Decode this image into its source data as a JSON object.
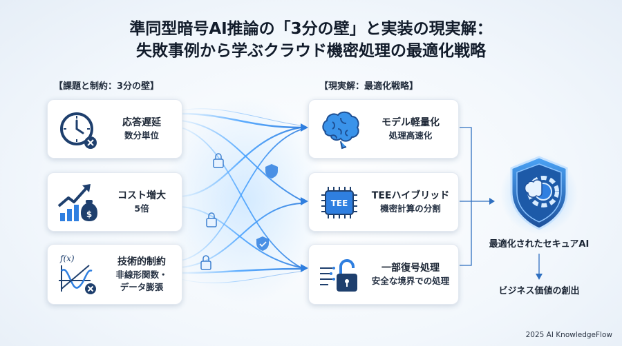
{
  "title": {
    "line1": "準同型暗号AI推論の「3分の壁」と実装の現実解：",
    "line2": "失敗事例から学ぶクラウド機密処理の最適化戦略"
  },
  "left_section": {
    "label": "【課題と制約：3分の壁】",
    "cards": [
      {
        "title": "応答遅延",
        "sub": "数分単位",
        "icon": "clock-icon"
      },
      {
        "title": "コスト増大",
        "sub": "5倍",
        "icon": "cost-chart-icon"
      },
      {
        "title": "技術的制約",
        "sub": "非線形関数・\nデータ膨張",
        "icon": "function-graph-icon"
      }
    ]
  },
  "right_section": {
    "label": "【現実解：最適化戦略】",
    "cards": [
      {
        "title": "モデル軽量化",
        "sub": "処理高速化",
        "icon": "brain-icon"
      },
      {
        "title": "TEEハイブリッド",
        "sub": "機密計算の分割",
        "icon": "chip-icon",
        "chip_text": "TEE"
      },
      {
        "title": "一部復号処理",
        "sub": "安全な境界での処理",
        "icon": "unlock-icon"
      }
    ]
  },
  "result": {
    "main": "最適化されたセキュアAI",
    "value": "ビジネス価値の創出",
    "icon": "secure-ai-shield-icon"
  },
  "footer": "2025 AI KnowledgeFlow",
  "colors": {
    "accent": "#2f7fe0",
    "dark_blue": "#1e4f93",
    "flow": "#6fb6ff"
  }
}
